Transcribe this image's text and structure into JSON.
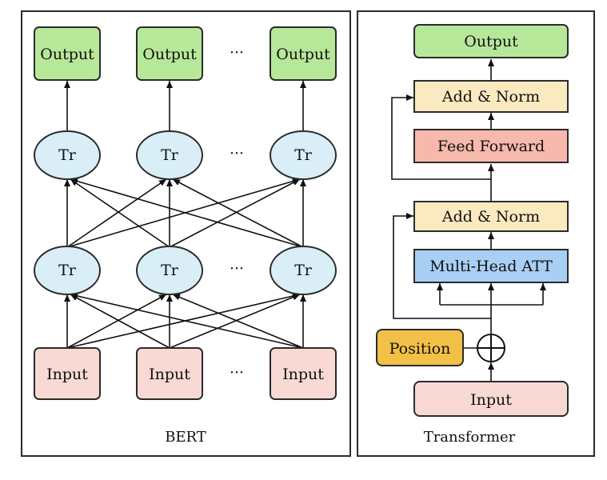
{
  "bert": {
    "caption": "BERT",
    "output_label": "Output",
    "tr_label": "Tr",
    "input_label": "Input",
    "ellipsis": "···"
  },
  "transformer": {
    "caption": "Transformer",
    "output": "Output",
    "add_norm_top": "Add & Norm",
    "feed_forward": "Feed Forward",
    "add_norm_bottom": "Add & Norm",
    "multi_head": "Multi-Head ATT",
    "position": "Position",
    "input": "Input"
  },
  "colors": {
    "output": "#b7e89a",
    "input": "#f8d9d3",
    "tr_node": "#d9eef7",
    "add_norm": "#fbe9bf",
    "feed_forward": "#f6b9ac",
    "multi_head": "#a9cff4",
    "position": "#f2c047"
  }
}
